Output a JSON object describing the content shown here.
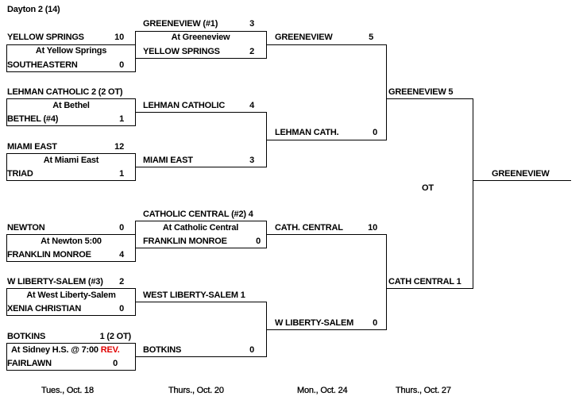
{
  "title": "Dayton 2 (14)",
  "round1": [
    {
      "team1": "YELLOW SPRINGS",
      "score1": "10",
      "site": "At Yellow Springs",
      "team2": "SOUTHEASTERN",
      "score2": "0"
    },
    {
      "team1": "LEHMAN CATHOLIC  2 (2 OT)",
      "score1": "",
      "site": "At Bethel",
      "team2": "BETHEL (#4)",
      "score2": "1"
    },
    {
      "team1": "MIAMI EAST",
      "score1": "12",
      "site": "At Miami East",
      "team2": "TRIAD",
      "score2": "1"
    },
    {
      "team1": "NEWTON",
      "score1": "0",
      "site": "At Newton 5:00",
      "team2": "FRANKLIN MONROE",
      "score2": "4"
    },
    {
      "team1": "W LIBERTY-SALEM (#3)",
      "score1": "2",
      "site": "At West Liberty-Salem",
      "team2": "XENIA CHRISTIAN",
      "score2": "0"
    },
    {
      "team1": "BOTKINS",
      "score1": "1 (2 OT)",
      "site": "At Sidney H.S. @ 7:00",
      "site_note": "REV.",
      "team2": "FAIRLAWN",
      "score2": "0"
    }
  ],
  "round2": [
    {
      "team": "GREENEVIEW (#1)",
      "score": "3",
      "site": "At Greeneview"
    },
    {
      "team": "YELLOW SPRINGS",
      "score": "2"
    },
    {
      "team": "LEHMAN CATHOLIC",
      "score": "4"
    },
    {
      "team": "MIAMI EAST",
      "score": "3"
    },
    {
      "team": "CATHOLIC CENTRAL (#2) 4",
      "score": "",
      "site": "At Catholic Central"
    },
    {
      "team": "FRANKLIN MONROE",
      "score": "0"
    },
    {
      "team": "WEST LIBERTY-SALEM  1",
      "score": ""
    },
    {
      "team": "BOTKINS",
      "score": "0"
    }
  ],
  "round3": [
    {
      "team": "GREENEVIEW",
      "score": "5"
    },
    {
      "team": "LEHMAN CATH.",
      "score": "0"
    },
    {
      "team": "CATH. CENTRAL",
      "score": "10"
    },
    {
      "team": "W  LIBERTY-SALEM",
      "score": "0"
    }
  ],
  "final": [
    {
      "team": "GREENEVIEW  5"
    },
    {
      "team": "CATH CENTRAL 1"
    }
  ],
  "final_note": "OT",
  "champion": "GREENEVIEW",
  "dates": [
    "Tues., Oct. 18",
    "Thurs., Oct. 20",
    "Mon., Oct. 24",
    "Thurs., Oct. 27"
  ],
  "colors": {
    "note_red": "#e00000"
  }
}
